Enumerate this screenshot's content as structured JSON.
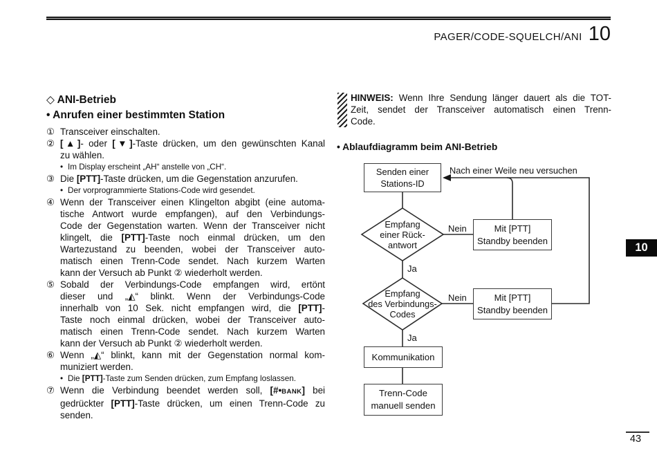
{
  "header": {
    "title": "PAGER/CODE-SQUELCH/ANI",
    "chapter": "10"
  },
  "chapter_tab": {
    "label": "10"
  },
  "footer": {
    "page": "43"
  },
  "icons": {
    "ring_icon": "◭",
    "up_key_icon": "▲",
    "down_key_icon": "▼",
    "diamond_icon": "◇"
  },
  "left": {
    "heading1": "◇ ANI-Betrieb",
    "heading2": "• Anrufen einer bestimmten Station",
    "rows": [
      {
        "m": "①",
        "ind": 0,
        "just": false,
        "small": false,
        "seg": [
          {
            "t": "Transceiver einschalten."
          }
        ]
      },
      {
        "m": "②",
        "ind": 0,
        "just": true,
        "small": false,
        "seg": [
          {
            "t": "[▲]",
            "b": true
          },
          {
            "t": "- oder "
          },
          {
            "t": "[▼]",
            "b": true
          },
          {
            "t": "-Taste drücken, um den gewünschten Kanal"
          }
        ]
      },
      {
        "m": "",
        "ind": 0,
        "just": false,
        "small": false,
        "seg": [
          {
            "t": "zu wählen."
          }
        ]
      },
      {
        "m": "•",
        "ind": 1,
        "just": false,
        "small": true,
        "seg": [
          {
            "t": "Im Display erscheint „AH“ anstelle von „CH“."
          }
        ]
      },
      {
        "m": "③",
        "ind": 0,
        "just": false,
        "small": false,
        "seg": [
          {
            "t": "Die "
          },
          {
            "t": "[PTT]",
            "b": true
          },
          {
            "t": "-Taste drücken, um die Gegenstation anzurufen."
          }
        ]
      },
      {
        "m": "•",
        "ind": 1,
        "just": false,
        "small": true,
        "seg": [
          {
            "t": "Der vorprogrammierte Stations-Code wird gesendet."
          }
        ]
      },
      {
        "m": "④",
        "ind": 0,
        "just": true,
        "small": false,
        "seg": [
          {
            "t": "Wenn der Transceiver einen Klingelton abgibt (eine automa-"
          }
        ]
      },
      {
        "m": "",
        "ind": 0,
        "just": true,
        "small": false,
        "seg": [
          {
            "t": "tische Antwort wurde empfangen), auf den Verbindungs-"
          }
        ]
      },
      {
        "m": "",
        "ind": 0,
        "just": true,
        "small": false,
        "seg": [
          {
            "t": "Code der Gegenstation warten. Wenn der Transceiver nicht"
          }
        ]
      },
      {
        "m": "",
        "ind": 0,
        "just": true,
        "small": false,
        "seg": [
          {
            "t": "klingelt, die "
          },
          {
            "t": "[PTT]",
            "b": true
          },
          {
            "t": "-Taste noch einmal drücken, um den"
          }
        ]
      },
      {
        "m": "",
        "ind": 0,
        "just": true,
        "small": false,
        "seg": [
          {
            "t": "Wartezustand zu beenden, wobei der Transceiver auto-"
          }
        ]
      },
      {
        "m": "",
        "ind": 0,
        "just": true,
        "small": false,
        "seg": [
          {
            "t": "matisch einen Trenn-Code sendet. Nach kurzem Warten"
          }
        ]
      },
      {
        "m": "",
        "ind": 0,
        "just": false,
        "small": false,
        "seg": [
          {
            "t": "kann der Versuch ab Punkt ② wiederholt werden."
          }
        ]
      },
      {
        "m": "⑤",
        "ind": 0,
        "just": true,
        "small": false,
        "seg": [
          {
            "t": "Sobald der Verbindungs-Code empfangen wird, ertönt"
          }
        ]
      },
      {
        "m": "",
        "ind": 0,
        "just": true,
        "small": false,
        "seg": [
          {
            "t": "dieser und „◭“ blinkt. Wenn der Verbindungs-Code"
          }
        ]
      },
      {
        "m": "",
        "ind": 0,
        "just": true,
        "small": false,
        "seg": [
          {
            "t": "innerhalb von 10 Sek. nicht empfangen wird, die "
          },
          {
            "t": "[PTT]",
            "b": true
          },
          {
            "t": "-"
          }
        ]
      },
      {
        "m": "",
        "ind": 0,
        "just": true,
        "small": false,
        "seg": [
          {
            "t": "Taste noch einmal drücken, wobei der Transceiver auto-"
          }
        ]
      },
      {
        "m": "",
        "ind": 0,
        "just": true,
        "small": false,
        "seg": [
          {
            "t": "matisch einen Trenn-Code sendet. Nach kurzem Warten"
          }
        ]
      },
      {
        "m": "",
        "ind": 0,
        "just": false,
        "small": false,
        "seg": [
          {
            "t": "kann der Versuch ab Punkt ② wiederholt werden."
          }
        ]
      },
      {
        "m": "⑥",
        "ind": 0,
        "just": true,
        "small": false,
        "seg": [
          {
            "t": "Wenn „◭“ blinkt, kann mit der Gegenstation normal kom-"
          }
        ]
      },
      {
        "m": "",
        "ind": 0,
        "just": false,
        "small": false,
        "seg": [
          {
            "t": "muniziert werden."
          }
        ]
      },
      {
        "m": "•",
        "ind": 1,
        "just": false,
        "small": true,
        "seg": [
          {
            "t": "Die "
          },
          {
            "t": "[PTT]",
            "b": true
          },
          {
            "t": "-Taste zum Senden drücken, zum Empfang loslassen."
          }
        ]
      },
      {
        "m": "⑦",
        "ind": 0,
        "just": true,
        "small": false,
        "seg": [
          {
            "t": "Wenn die Verbindung beendet werden soll, "
          },
          {
            "t": "[#•",
            "b": true
          },
          {
            "t": "BANK",
            "b": true,
            "sc": true
          },
          {
            "t": "]",
            "b": true
          },
          {
            "t": " bei"
          }
        ]
      },
      {
        "m": "",
        "ind": 0,
        "just": true,
        "small": false,
        "seg": [
          {
            "t": "gedrückter "
          },
          {
            "t": "[PTT]",
            "b": true
          },
          {
            "t": "-Taste drücken, um einen Trenn-Code zu"
          }
        ]
      },
      {
        "m": "",
        "ind": 0,
        "just": false,
        "small": false,
        "seg": [
          {
            "t": "senden."
          }
        ]
      }
    ]
  },
  "note": {
    "rows": [
      {
        "m": "",
        "ind": 2,
        "just": true,
        "small": false,
        "seg": [
          {
            "t": "HINWEIS:",
            "b": true
          },
          {
            "t": " Wenn Ihre Sendung länger dauert als die TOT-"
          }
        ]
      },
      {
        "m": "",
        "ind": 2,
        "just": true,
        "small": false,
        "seg": [
          {
            "t": "Zeit, sendet der Transceiver automatisch einen Trenn-"
          }
        ]
      },
      {
        "m": "",
        "ind": 2,
        "just": false,
        "small": false,
        "seg": [
          {
            "t": "Code."
          }
        ]
      }
    ]
  },
  "flow": {
    "heading": "• Ablaufdiagramm beim ANI-Betrieb",
    "retry_label": "Nach einer Weile neu versuchen",
    "stations_box": [
      "Senden einer",
      "Stations-ID"
    ],
    "diamond1": [
      "Empfang",
      "einer Rück-",
      "antwort"
    ],
    "standby1_box": [
      "Mit [PTT]",
      "Standby beenden"
    ],
    "diamond2": [
      "Empfang",
      "des Verbindungs-",
      "Codes"
    ],
    "standby2_box": [
      "Mit [PTT]",
      "Standby beenden"
    ],
    "komm_box": [
      "Kommunikation"
    ],
    "trenn_box": [
      "Trenn-Code",
      "manuell senden"
    ],
    "ja": "Ja",
    "nein": "Nein"
  },
  "colors": {
    "ink": "#111111",
    "line": "#2b2b2b",
    "tab_bg": "#0a0a0a",
    "tab_text": "#ffffff"
  }
}
